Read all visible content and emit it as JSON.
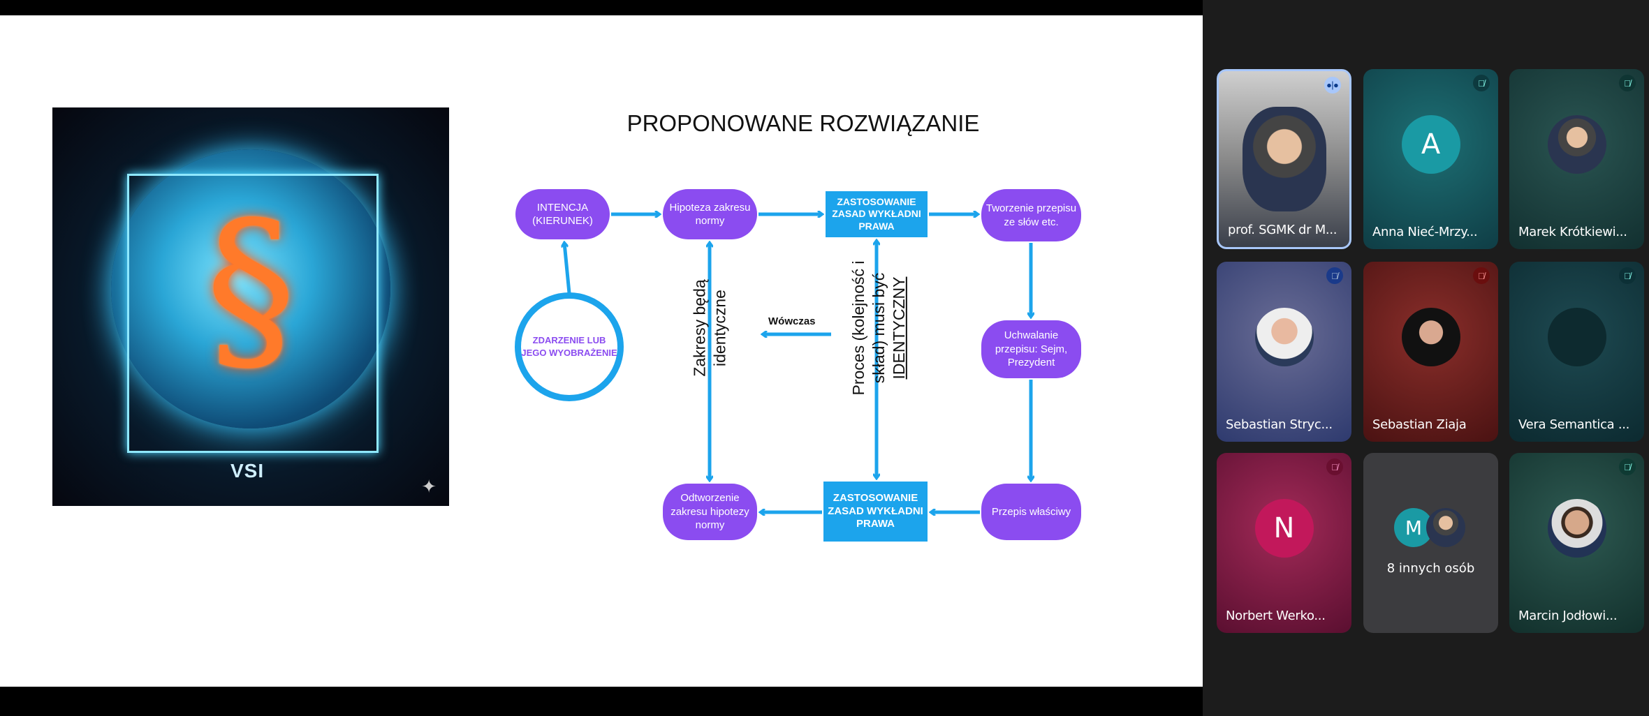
{
  "slide": {
    "image": {
      "brand_text": "VSI",
      "symbol": "§"
    },
    "title": "PROPONOWANE ROZWIĄZANIE",
    "nodes": {
      "intencja": "INTENCJA (KIERUNEK)",
      "hipoteza": "Hipoteza zakresu normy",
      "zastosowanie_top": "ZASTOSOWANIE ZASAD WYKŁADNI PRAWA",
      "tworzenie": "Tworzenie przepisu ze słów etc.",
      "zdarzenie": "ZDARZENIE LUB JEGO WYOBRAŻENIE",
      "uchwalanie": "Uchwalanie przepisu: Sejm, Prezydent",
      "przepis": "Przepis właściwy",
      "zastosowanie_bottom": "ZASTOSOWANIE ZASAD WYKŁADNI PRAWA",
      "odtworzenie": "Odtworzenie zakresu hipotezy normy"
    },
    "vertical_left_line1": "Zakresy będą",
    "vertical_left_line2": "identyczne",
    "vertical_right_line1": "Proces (kolejność i",
    "vertical_right_line2": "skład) musi być",
    "vertical_right_line3": "IDENTYCZNY",
    "arrow_label": "Wówczas",
    "colors": {
      "purple": "#8b4cf0",
      "blue": "#1ca4ec"
    }
  },
  "participants": [
    {
      "name": "prof. SGMK dr M...",
      "status": "speaking"
    },
    {
      "name": "Anna Nieć-Mrzy...",
      "initial": "A",
      "status": "muted"
    },
    {
      "name": "Marek Krótkiewi...",
      "status": "muted"
    },
    {
      "name": "Sebastian Stryc...",
      "status": "muted"
    },
    {
      "name": "Sebastian Ziaja",
      "status": "muted"
    },
    {
      "name": "Vera Semantica ...",
      "status": "muted"
    },
    {
      "name": "Norbert Werko...",
      "initial": "N",
      "status": "muted"
    },
    {
      "others_label": "8 innych osób",
      "initial": "M"
    },
    {
      "name": "Marcin Jodłowi...",
      "status": "muted"
    }
  ]
}
